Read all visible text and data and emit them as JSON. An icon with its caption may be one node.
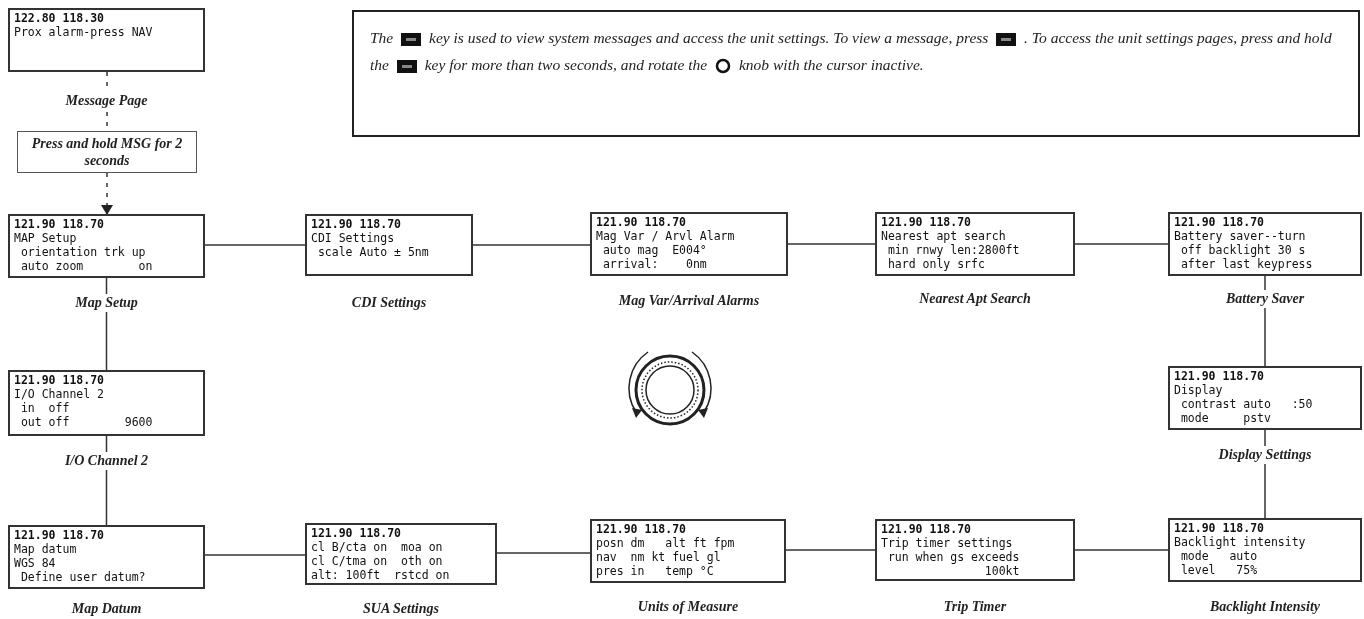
{
  "diagram": {
    "nodes": [
      {
        "text": [
          "122.80 118.30",
          "Prox alarm-press NAV"
        ],
        "beside": [
          "Message Page"
        ]
      },
      {
        "text": [
          "The",
          "key is used to view system messages and access the unit settings. To view a message, press",
          ". To access the unit settings pages, press and hold the",
          "key for more than two seconds, and rotate the",
          "knob with the cursor inactive."
        ]
      },
      {
        "text": [
          "Press and hold MSG for 2 seconds"
        ]
      },
      {
        "text": [
          "121.90 118.70",
          "MAP Setup",
          " orientation trk up",
          " auto zoom        on"
        ],
        "beside": [
          "Map Setup"
        ]
      },
      {
        "text": [
          "121.90 118.70",
          "CDI Settings",
          " scale Auto ± 5nm"
        ],
        "beside": [
          "CDI Settings"
        ]
      },
      {
        "text": [
          "121.90 118.70",
          "Mag Var / Arvl Alarm",
          " auto mag  E004°",
          " arrival:    0nm"
        ],
        "beside": [
          "Mag Var/Arrival Alarms"
        ]
      },
      {
        "text": [
          "121.90 118.70",
          "Nearest apt search",
          " min rnwy len:2800ft",
          " hard only srfc"
        ],
        "beside": [
          "Nearest Apt Search"
        ]
      },
      {
        "text": [
          "121.90 118.70",
          "Battery saver--turn",
          " off backlight 30 s",
          " after last keypress"
        ],
        "beside": [
          "Battery Saver"
        ]
      },
      {
        "text": [
          "121.90 118.70",
          "Display",
          " contrast auto   :50",
          " mode     pstv"
        ],
        "beside": [
          "Display Settings"
        ]
      },
      {
        "text": [
          "121.90 118.70",
          "Backlight intensity",
          " mode   auto",
          " level   75%"
        ],
        "beside": [
          "Backlight Intensity"
        ]
      },
      {
        "text": [
          "121.90 118.70",
          "Trip timer settings",
          " run when gs exceeds",
          "               100kt"
        ],
        "beside": [
          "Trip Timer"
        ]
      },
      {
        "text": [
          "121.90 118.70",
          "posn dm   alt ft fpm",
          "nav  nm kt fuel gl",
          "pres in   temp °C"
        ],
        "beside": [
          "Units of Measure"
        ]
      },
      {
        "text": [
          "121.90 118.70",
          "cl B/cta on  moa on",
          "cl C/tma on  oth on",
          "alt: 100ft  rstcd on"
        ],
        "beside": [
          "SUA Settings"
        ]
      },
      {
        "text": [
          "121.90 118.70",
          "Map datum",
          "WGS 84",
          " Define user datum?"
        ],
        "beside": [
          "Map Datum"
        ]
      },
      {
        "text": [
          "121.90 118.70",
          "I/O Channel 2",
          " in  off",
          " out off        9600"
        ],
        "beside": [
          "I/O Channel 2"
        ]
      }
    ],
    "edges": [
      {
        "from": 0,
        "to": 2,
        "arrow": "none",
        "style": "dashed"
      },
      {
        "from": 2,
        "to": 3,
        "arrow": "to",
        "style": "dashed"
      },
      {
        "from": 3,
        "to": 4,
        "arrow": "none"
      },
      {
        "from": 4,
        "to": 5,
        "arrow": "none"
      },
      {
        "from": 5,
        "to": 6,
        "arrow": "none"
      },
      {
        "from": 6,
        "to": 7,
        "arrow": "none"
      },
      {
        "from": 7,
        "to": 8,
        "arrow": "none"
      },
      {
        "from": 8,
        "to": 9,
        "arrow": "none"
      },
      {
        "from": 9,
        "to": 10,
        "arrow": "none"
      },
      {
        "from": 10,
        "to": 11,
        "arrow": "none"
      },
      {
        "from": 11,
        "to": 12,
        "arrow": "none"
      },
      {
        "from": 12,
        "to": 13,
        "arrow": "none"
      },
      {
        "from": 13,
        "to": 14,
        "arrow": "none"
      },
      {
        "from": 14,
        "to": 3,
        "arrow": "none"
      }
    ]
  }
}
